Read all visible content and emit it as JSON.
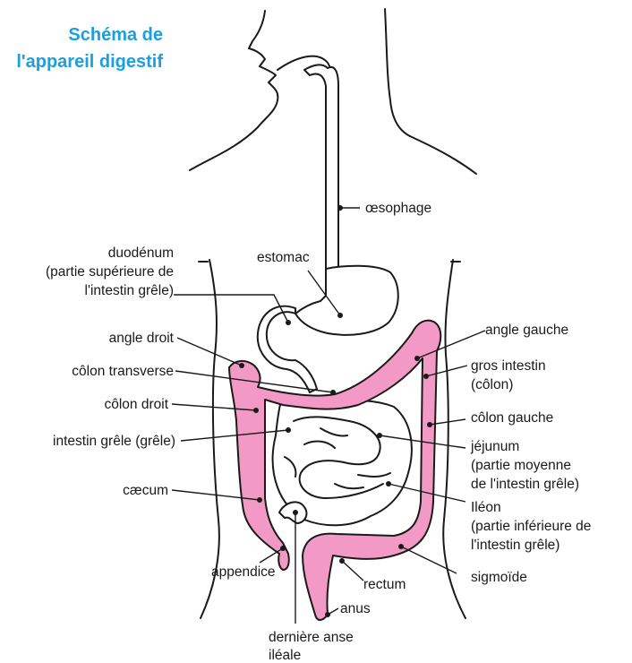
{
  "title": {
    "line1": "Schéma de",
    "line2": "l'appareil digestif",
    "color": "#1a9fe0"
  },
  "colors": {
    "colon_fill": "#f29ac5",
    "outline": "#1a1a1a"
  },
  "labels": {
    "oesophage": "œsophage",
    "estomac": "estomac",
    "duodenum": [
      "duodénum",
      "(partie supérieure de",
      "l'intestin grêle)"
    ],
    "angle_droit": "angle droit",
    "colon_transverse": "côlon transverse",
    "colon_droit": "côlon droit",
    "intestin_grele": "intestin grêle (grêle)",
    "caecum": "cæcum",
    "appendice": "appendice",
    "derniere_anse": [
      "dernière anse",
      "iléale"
    ],
    "angle_gauche": "angle gauche",
    "gros_intestin": [
      "gros intestin",
      "(côlon)"
    ],
    "colon_gauche": "côlon gauche",
    "jejunum": [
      "jéjunum",
      "(partie moyenne",
      "de l'intestin grêle)"
    ],
    "ileon": [
      "Iléon",
      "(partie inférieure de",
      "l'intestin grêle)"
    ],
    "sigmoide": "sigmoïde",
    "rectum": "rectum",
    "anus": "anus"
  }
}
